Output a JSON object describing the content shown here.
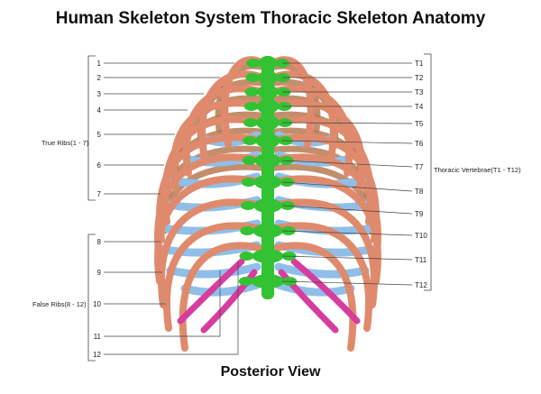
{
  "title": "Human Skeleton System Thoracic Skeleton Anatomy",
  "subtitle": "Posterior View",
  "groups": {
    "true_ribs": "True Ribs(1 - 7)",
    "false_ribs": "False Ribs(8 - 12)",
    "vertebrae": "Thoracic Vertebrae(T1 - T12)"
  },
  "ribs": [
    "1",
    "2",
    "3",
    "4",
    "5",
    "6",
    "7",
    "8",
    "9",
    "10",
    "11",
    "12"
  ],
  "vertebrae": [
    "T1",
    "T2",
    "T3",
    "T4",
    "T5",
    "T6",
    "T7",
    "T8",
    "T9",
    "T10",
    "T11",
    "T12"
  ],
  "colors": {
    "rib": "#e08a6d",
    "rib_far": "#b77a52",
    "cartilage": "#8fbfe8",
    "floating_rib": "#d63d9e",
    "vertebra": "#33c233",
    "line": "#444444"
  }
}
